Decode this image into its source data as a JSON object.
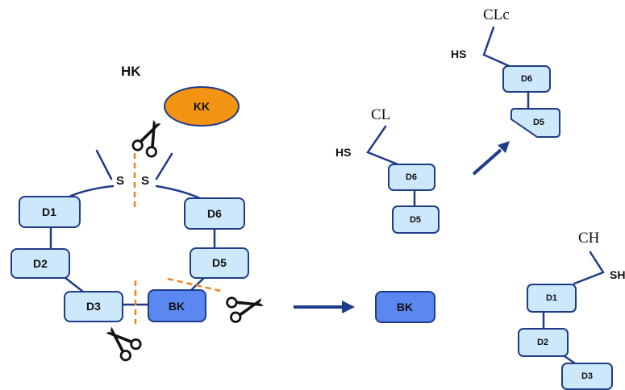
{
  "left": {
    "title": "HK",
    "kallikrein": "KK",
    "disulfide_left": "S",
    "disulfide_right": "S",
    "domains": [
      "D1",
      "D2",
      "D3",
      "D5",
      "D6"
    ],
    "bradykinin": "BK"
  },
  "released_bk": "BK",
  "light_chain": {
    "label": "CL",
    "thiol": "HS",
    "domains": [
      "D6",
      "D5"
    ]
  },
  "cleaved_light_chain": {
    "label": "CLc",
    "thiol": "HS",
    "domains": [
      "D6",
      "D5"
    ]
  },
  "heavy_chain": {
    "label": "CH",
    "thiol": "SH",
    "domains": [
      "D1",
      "D2",
      "D3"
    ]
  },
  "colors": {
    "domain_fill": "#cde7fb",
    "bk_fill": "#5b87f0",
    "kk_fill": "#f39412",
    "outline": "#1f3c88",
    "cleavage_line": "#f0821e"
  }
}
